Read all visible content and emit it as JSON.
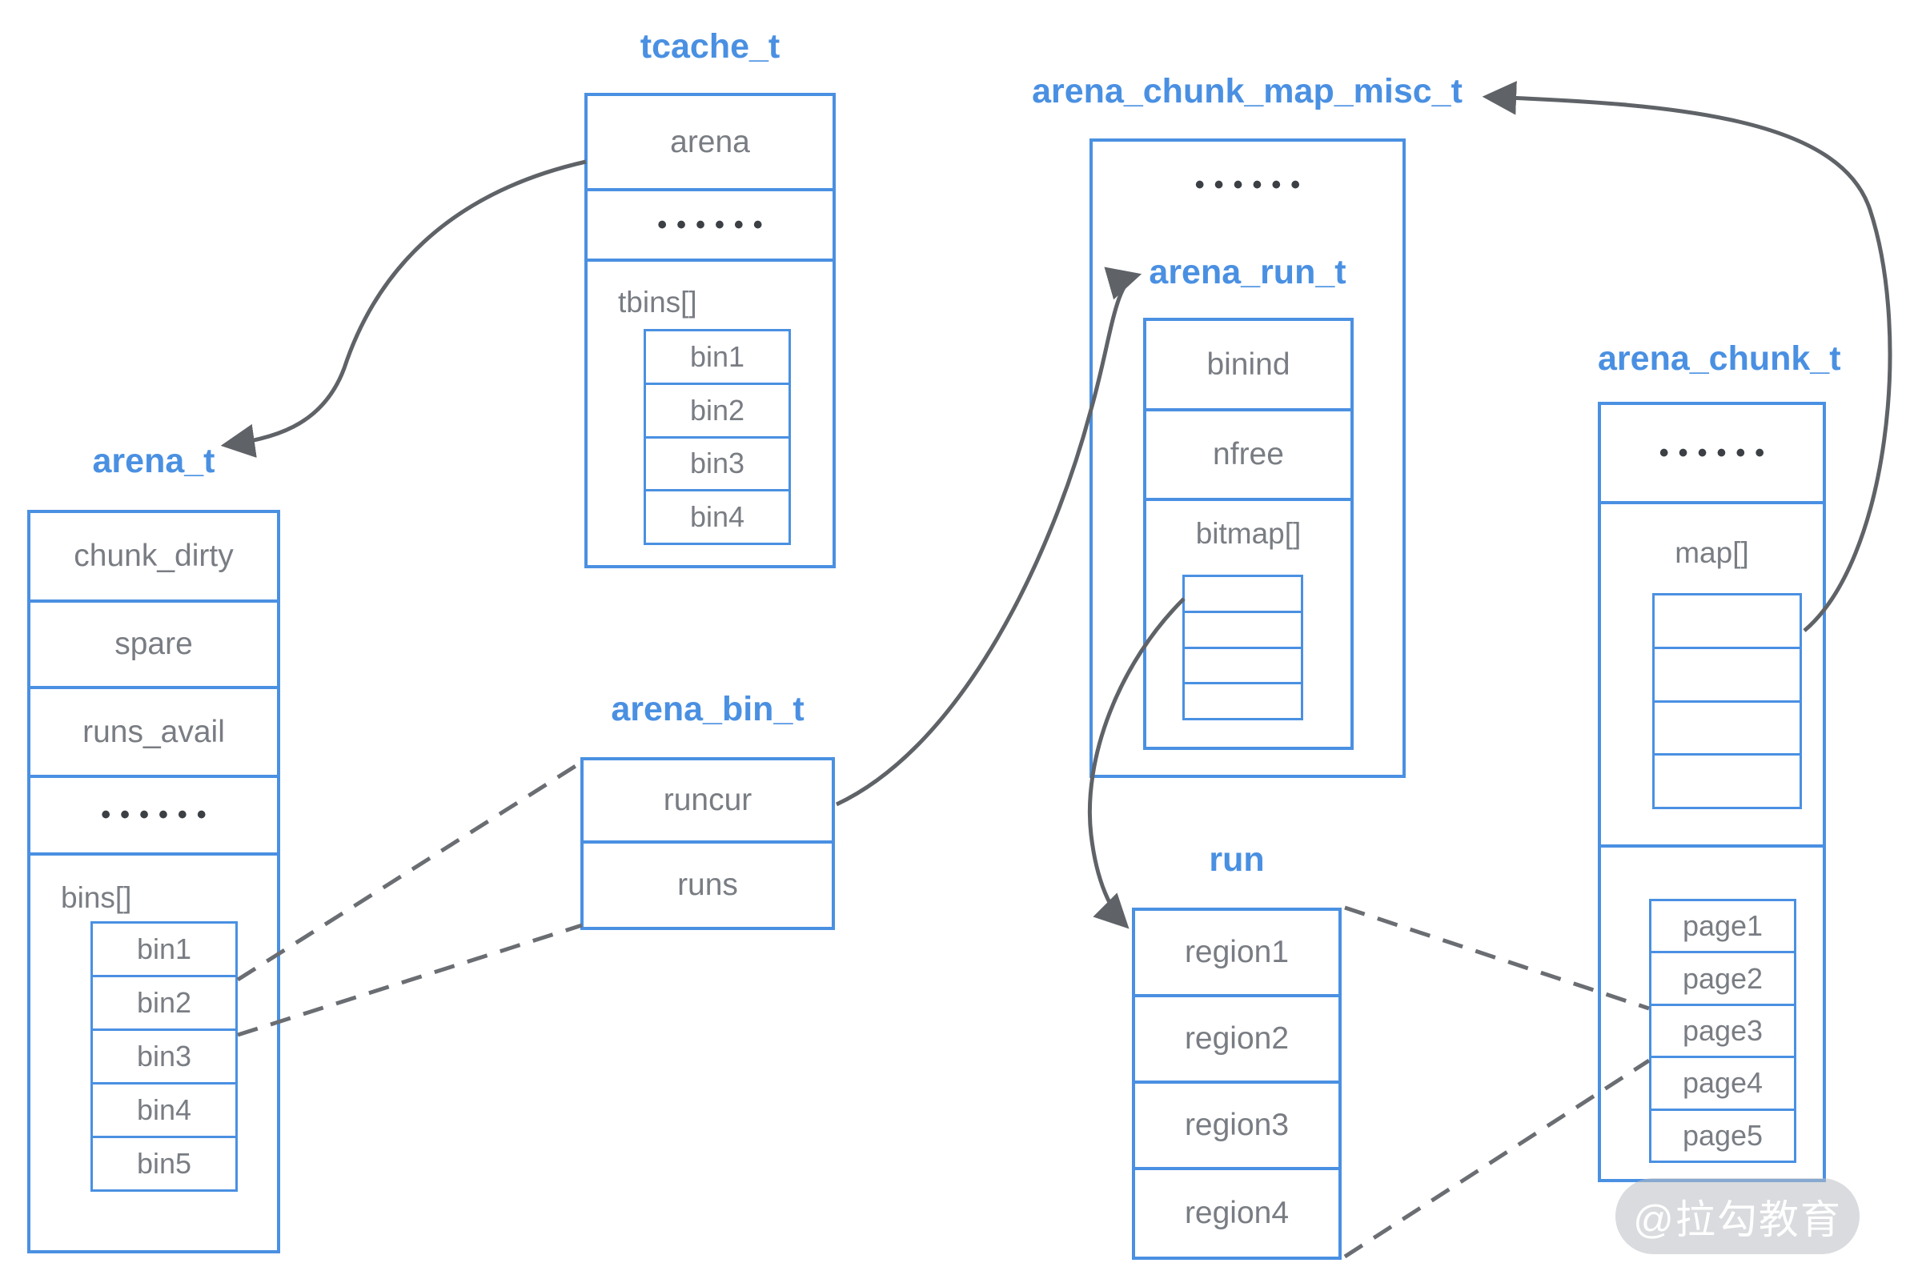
{
  "colors": {
    "accent_blue": "#4a90e2",
    "label_gray": "#797d83",
    "arrow_gray": "#5f6368",
    "dots_dark": "#3c4045",
    "watermark_bg": "#babdc2",
    "watermark_text": "#ffffff"
  },
  "structures": {
    "tcache": {
      "title": "tcache_t",
      "rows": [
        "arena",
        "••••••"
      ],
      "array_label": "tbins[]",
      "bins": [
        "bin1",
        "bin2",
        "bin3",
        "bin4"
      ]
    },
    "arena": {
      "title": "arena_t",
      "rows": [
        "chunk_dirty",
        "spare",
        "runs_avail",
        "••••••"
      ],
      "array_label": "bins[]",
      "bins": [
        "bin1",
        "bin2",
        "bin3",
        "bin4",
        "bin5"
      ]
    },
    "arena_bin": {
      "title": "arena_bin_t",
      "rows": [
        "runcur",
        "runs"
      ]
    },
    "chunk_map_misc": {
      "title": "arena_chunk_map_misc_t",
      "dots": "••••••",
      "run_title": "arena_run_t",
      "rows": [
        "binind",
        "nfree"
      ],
      "array_label": "bitmap[]",
      "bitmap_cell_count": 4
    },
    "chunk": {
      "title": "arena_chunk_t",
      "dots": "••••••",
      "array_label": "map[]",
      "map_cell_count": 4,
      "pages": [
        "page1",
        "page2",
        "page3",
        "page4",
        "page5"
      ]
    },
    "run": {
      "title": "run",
      "rows": [
        "region1",
        "region2",
        "region3",
        "region4"
      ]
    }
  },
  "watermark": "@拉勾教育"
}
